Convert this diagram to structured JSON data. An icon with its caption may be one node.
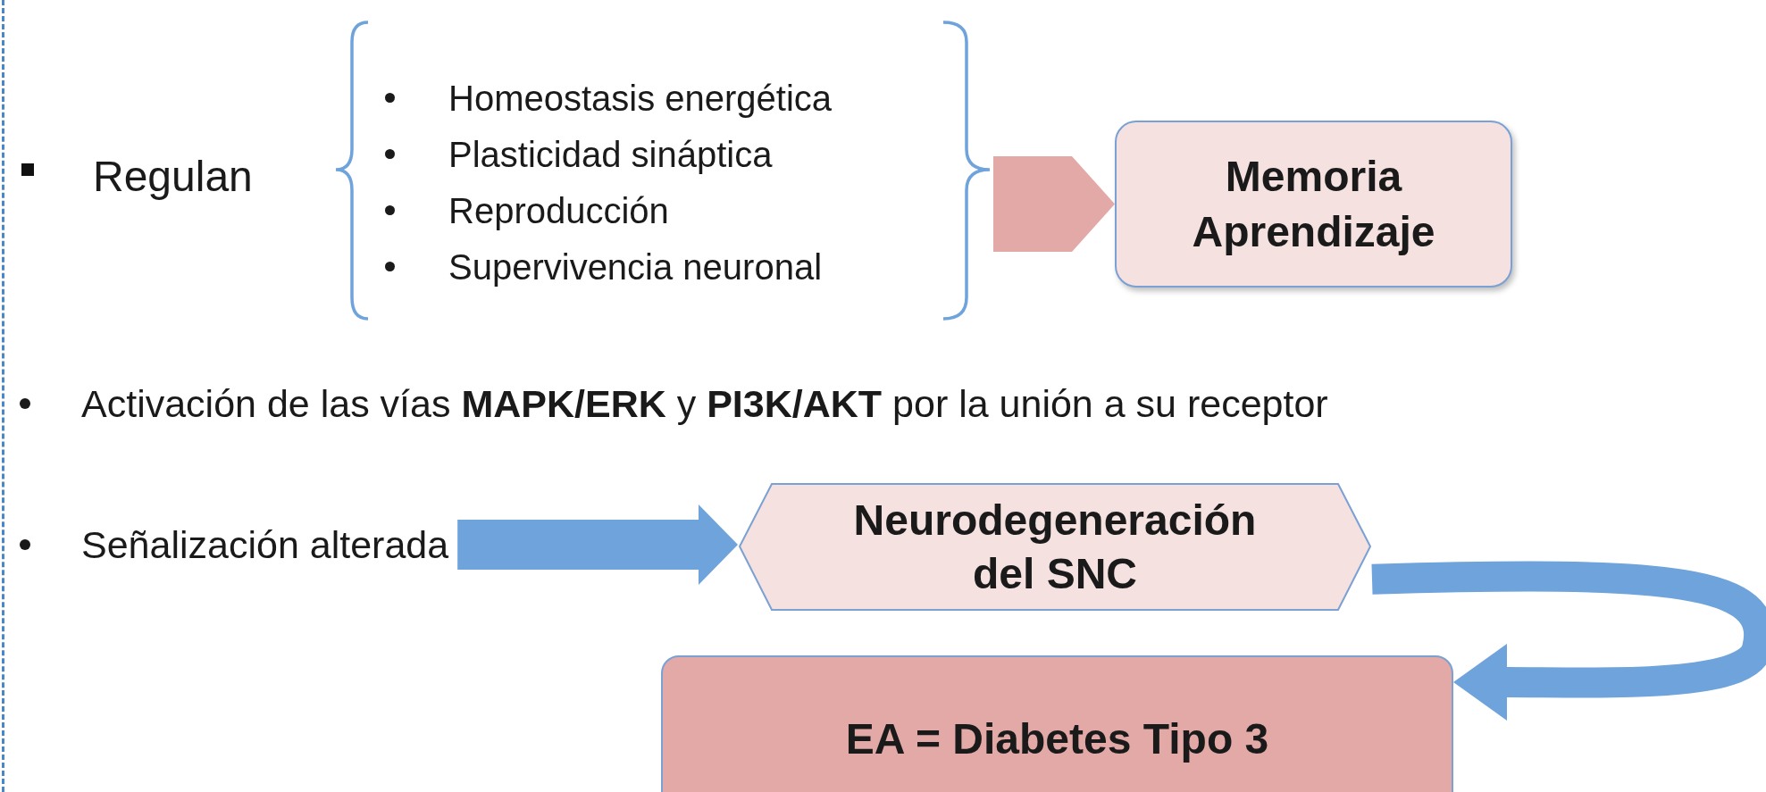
{
  "diagram": {
    "nodes": [
      {
        "text": [
          "Homeostasis energética",
          "Plasticidad sináptica",
          "Reproducción",
          "Supervivencia neuronal"
        ]
      },
      {
        "text": [
          "Memoria Aprendizaje"
        ]
      },
      {
        "text": [
          "Señalización alterada"
        ]
      },
      {
        "text": [
          "Neurodegeneración del SNC"
        ]
      },
      {
        "text": [
          "EA = Diabetes Tipo 3"
        ]
      }
    ],
    "edges": [
      {
        "from": 0,
        "to": 1,
        "arrow": "to",
        "style": "thick",
        "color": "#e3a9a7"
      },
      {
        "from": 2,
        "to": 3,
        "arrow": "to"
      },
      {
        "from": 3,
        "to": 4,
        "arrow": "to"
      }
    ],
    "labels": [
      "Regulan",
      "Activación de las vías **MAPK/ERK** y **PI3K/AKT** por la unión a su receptor"
    ]
  }
}
